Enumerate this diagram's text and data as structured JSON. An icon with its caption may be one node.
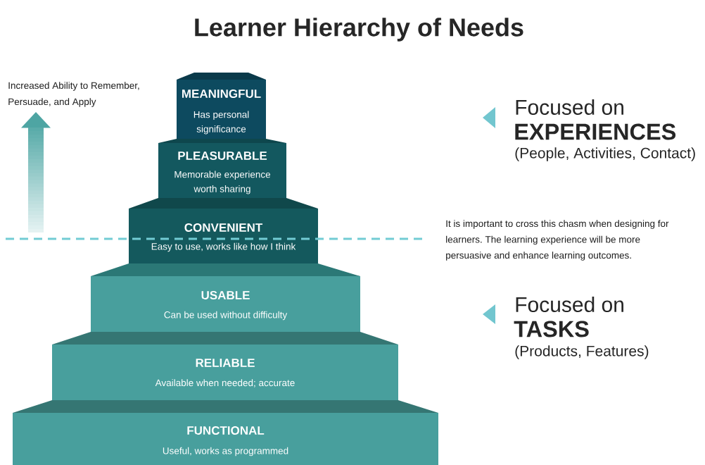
{
  "diagram": {
    "title": "Learner Hierarchy of Needs",
    "nodes": [
      {
        "text": [
          "MEANINGFUL",
          "Has personal significance"
        ]
      },
      {
        "text": [
          "PLEASURABLE",
          "Memorable experience worth sharing"
        ]
      },
      {
        "text": [
          "CONVENIENT",
          "Easy to use, works like how I think"
        ]
      },
      {
        "text": [
          "USABLE",
          "Can be used without difficulty"
        ]
      },
      {
        "text": [
          "RELIABLE",
          "Available when needed; accurate"
        ]
      },
      {
        "text": [
          "FUNCTIONAL",
          "Useful, works as programmed"
        ]
      }
    ],
    "labels": [
      "Increased Ability to Remember, Persuade, and Apply",
      "Focused on",
      "EXPERIENCES",
      "(People, Activities, Contact)",
      "It is important to cross this chasm when designing for learners. The learning experience will be more persuasive and enhance learning outcomes.",
      "Focused on",
      "TASKS",
      "(Products, Features)"
    ]
  }
}
